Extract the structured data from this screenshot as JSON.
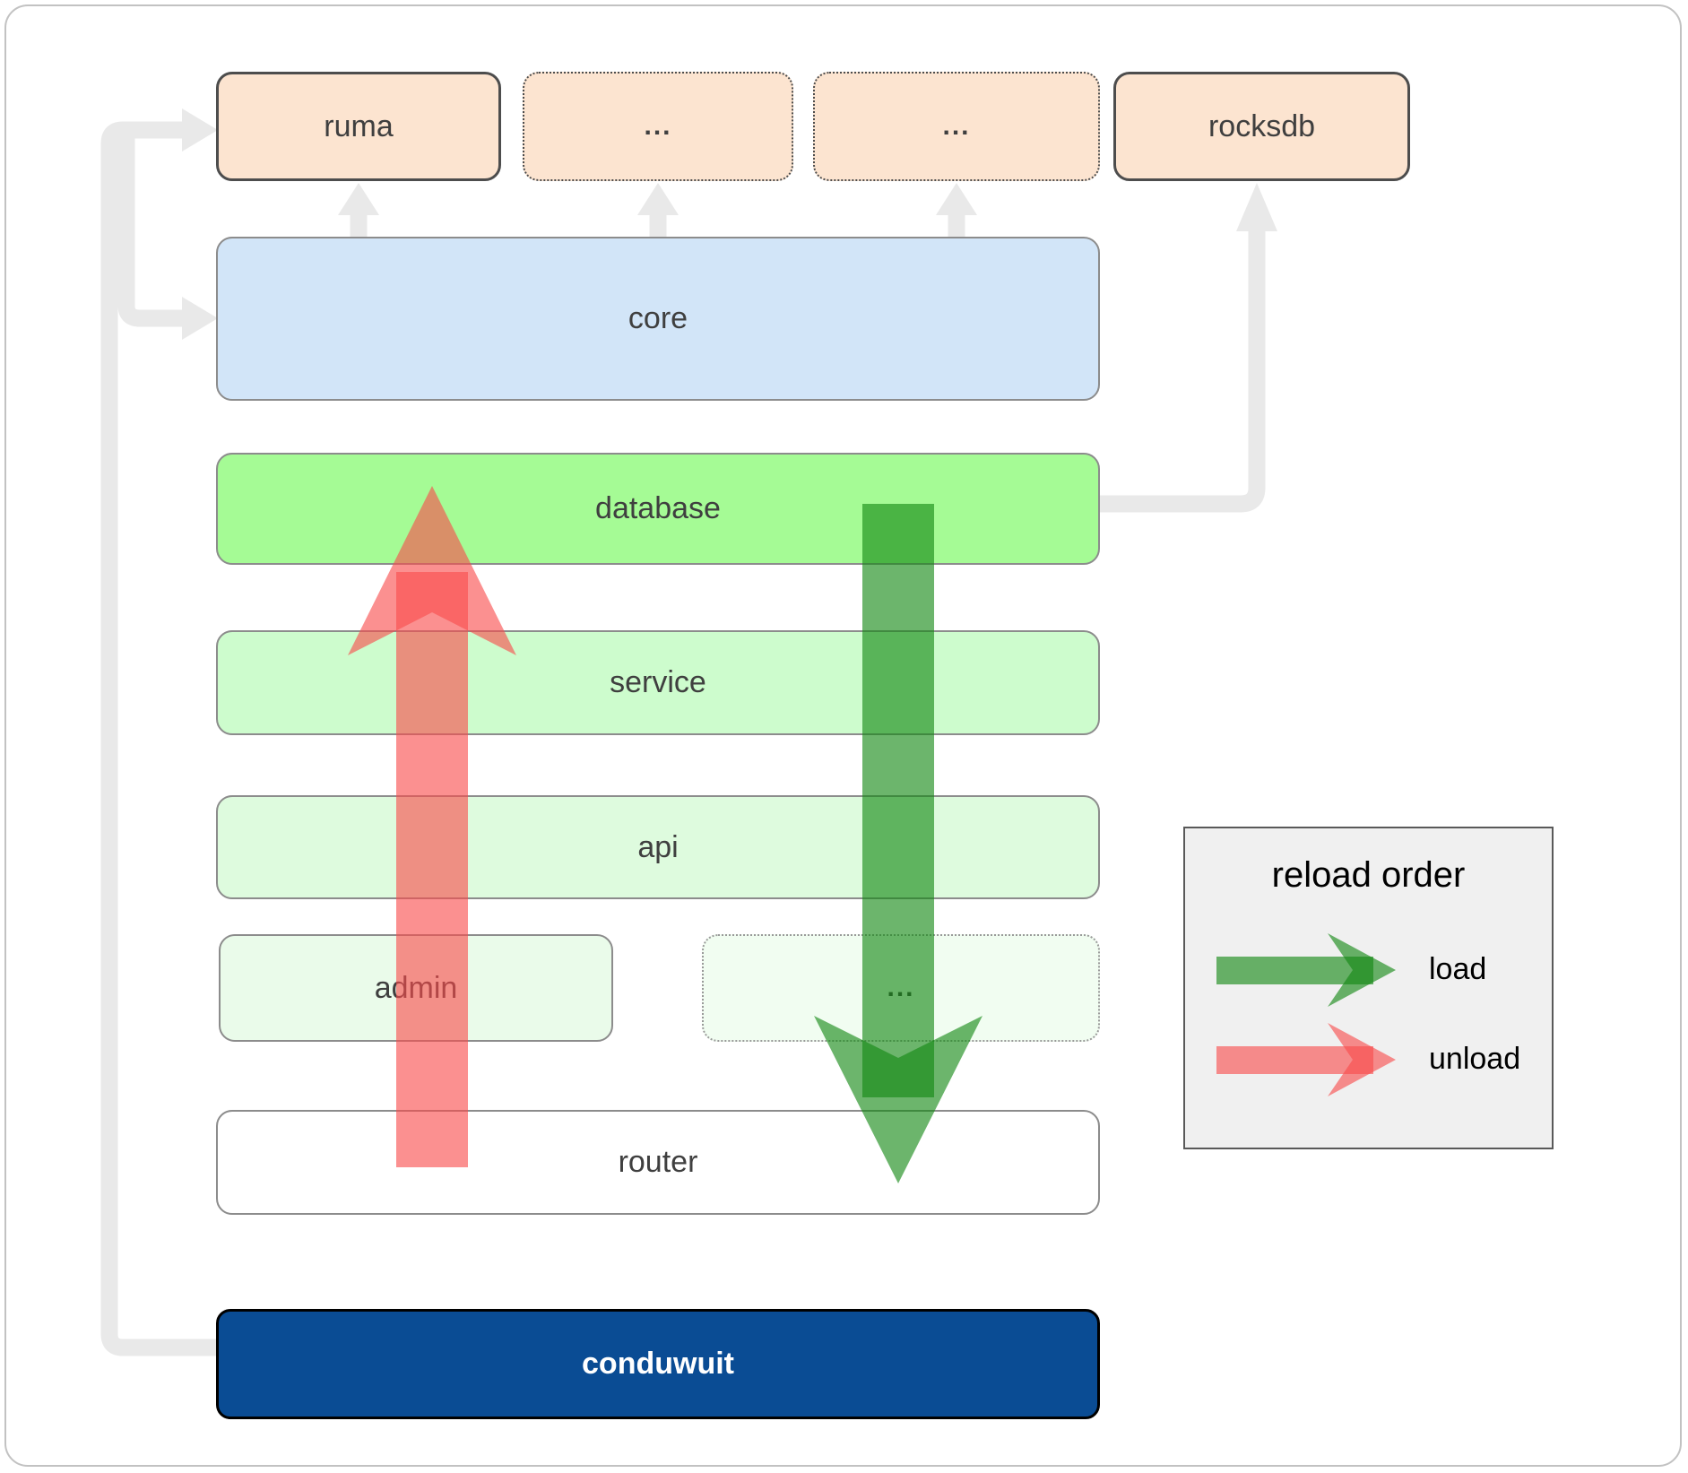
{
  "colors": {
    "load_arrow": "#128712",
    "unload_arrow": "#f84c4c",
    "connector_gray": "#e9e9e9",
    "conduwuit_bg": "#0a4c94",
    "module_peach": "#fce4d0",
    "core_blue": "#d2e5f8",
    "database_green": "#a5fb95",
    "service_green": "#cdfccd",
    "api_green": "#defbde",
    "admin_green": "#eafbea",
    "ellipsis_green": "#f1fdf1"
  },
  "nodes": {
    "ruma": {
      "label": "ruma"
    },
    "ellipsis_top_1": {
      "label": "..."
    },
    "ellipsis_top_2": {
      "label": "..."
    },
    "rocksdb": {
      "label": "rocksdb"
    },
    "core": {
      "label": "core"
    },
    "database": {
      "label": "database"
    },
    "service": {
      "label": "service"
    },
    "api": {
      "label": "api"
    },
    "admin": {
      "label": "admin"
    },
    "ellipsis_admin": {
      "label": "..."
    },
    "router": {
      "label": "router"
    },
    "conduwuit": {
      "label": "conduwuit"
    }
  },
  "legend": {
    "title": "reload order",
    "items": [
      {
        "label": "load",
        "color": "#128712"
      },
      {
        "label": "unload",
        "color": "#f84c4c"
      }
    ]
  }
}
